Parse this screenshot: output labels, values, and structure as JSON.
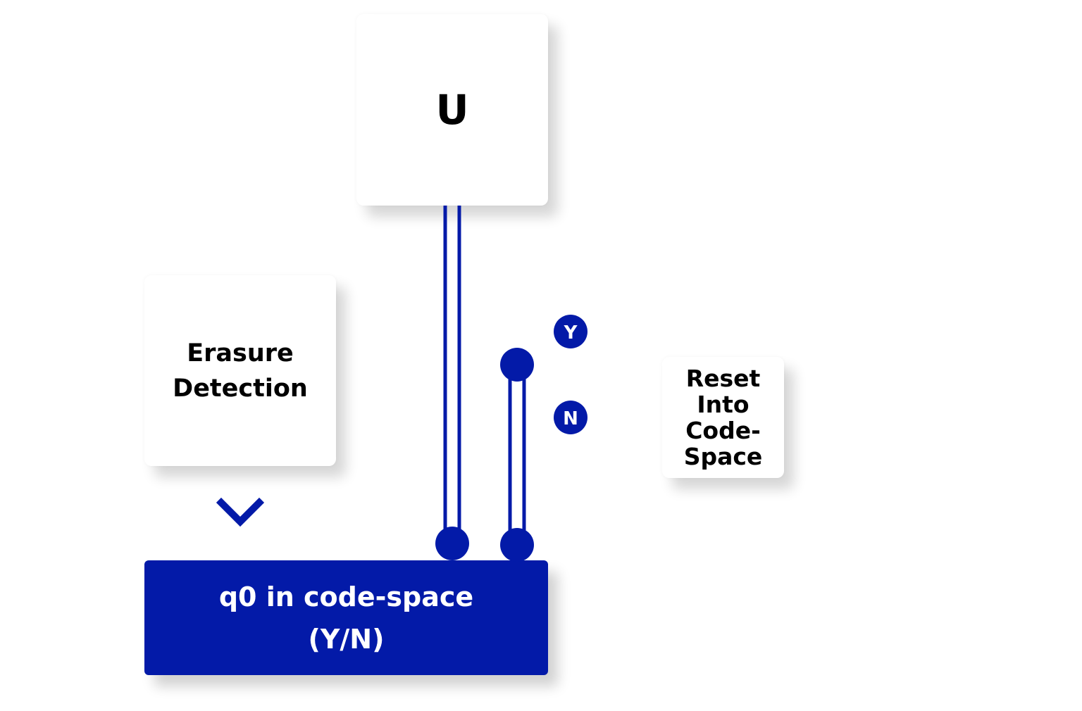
{
  "diagram": {
    "colors": {
      "accent": "#031aa8",
      "card_bg": "#ffffff",
      "text_dark": "#000000",
      "text_light": "#ffffff"
    },
    "nodes": {
      "unitary": {
        "label": "U"
      },
      "erasure_detection": {
        "lines": [
          "Erasure",
          "Detection"
        ]
      },
      "q0_check": {
        "lines": [
          "q0 in code-space",
          "(Y/N)"
        ]
      },
      "reset": {
        "lines": [
          "Reset",
          "Into",
          "Code-",
          "Space"
        ]
      }
    },
    "branch_labels": {
      "yes": "Y",
      "no": "N"
    },
    "icons": {
      "arrow": "chevron-down-icon"
    }
  }
}
